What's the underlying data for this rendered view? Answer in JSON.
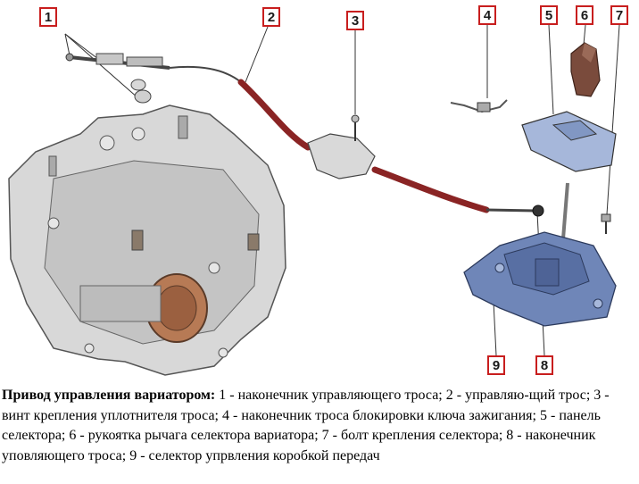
{
  "diagram": {
    "callouts": [
      {
        "label": "1"
      },
      {
        "label": "2"
      },
      {
        "label": "3"
      },
      {
        "label": "4"
      },
      {
        "label": "5"
      },
      {
        "label": "6"
      },
      {
        "label": "7"
      },
      {
        "label": "8"
      },
      {
        "label": "9"
      }
    ],
    "colors": {
      "callout_border": "#c81e1e",
      "cable": "#8a2424",
      "transmission": "#d8d8d8",
      "selector": "#6f86b8",
      "knob": "#7a4b3c"
    }
  },
  "caption": {
    "title": "Привод управления вариатором:",
    "text": " 1 - наконечник управляющего троса; 2 - управляю-щий трос; 3 - винт крепления уплотнителя троса; 4 - наконечник троса блокировки ключа зажигания; 5 - панель селектора; 6 - рукоятка рычага селектора вариатора; 7 - болт крепления селектора; 8 - наконечник уповляющего троса; 9 - селектор упрвления коробкой передач"
  }
}
